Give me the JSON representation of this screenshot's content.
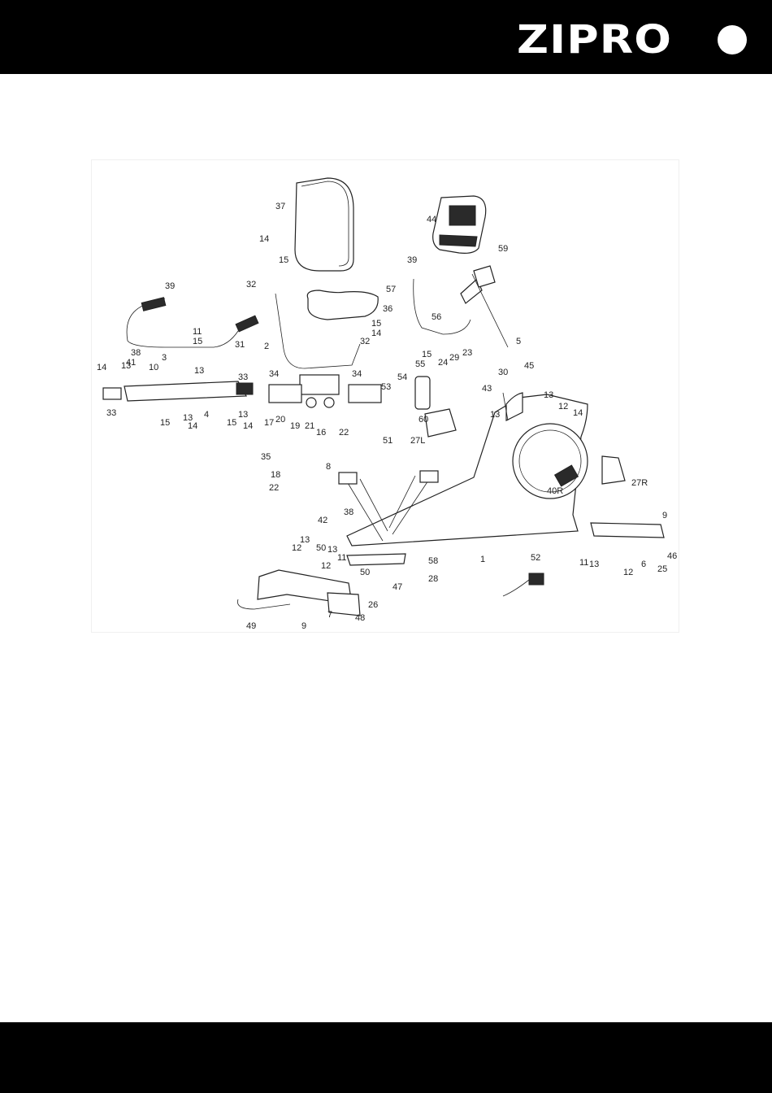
{
  "header": {
    "logo_text": "ZIPRO",
    "colors": {
      "bar": "#000000",
      "logo": "#ffffff"
    }
  },
  "diagram": {
    "part_labels": [
      "37",
      "44",
      "14",
      "59",
      "15",
      "39",
      "57",
      "32",
      "36",
      "39",
      "56",
      "5",
      "11",
      "15",
      "31",
      "15",
      "14",
      "38",
      "41",
      "3",
      "10",
      "2",
      "32",
      "15",
      "45",
      "24",
      "29",
      "23",
      "30",
      "13",
      "14",
      "13",
      "33",
      "53",
      "54",
      "55",
      "34",
      "34",
      "43",
      "13",
      "33",
      "15",
      "13",
      "14",
      "15",
      "13",
      "4",
      "14",
      "60",
      "13",
      "12",
      "14",
      "17",
      "20",
      "19",
      "21",
      "16",
      "22",
      "51",
      "27L",
      "35",
      "8",
      "18",
      "22",
      "27R",
      "42",
      "38",
      "40R",
      "9",
      "50",
      "13",
      "13",
      "12",
      "11",
      "12",
      "50",
      "52",
      "58",
      "28",
      "1",
      "46",
      "11",
      "13",
      "6",
      "12",
      "25",
      "47",
      "26",
      "49",
      "9",
      "7",
      "48"
    ]
  }
}
